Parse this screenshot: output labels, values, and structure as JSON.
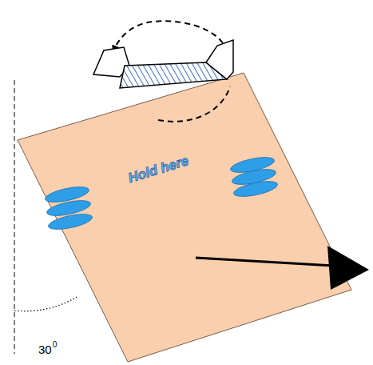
{
  "diagram": {
    "nodes": [
      {
        "text": [
          "Hold here"
        ]
      }
    ],
    "labels": [
      "30",
      "0"
    ]
  }
}
